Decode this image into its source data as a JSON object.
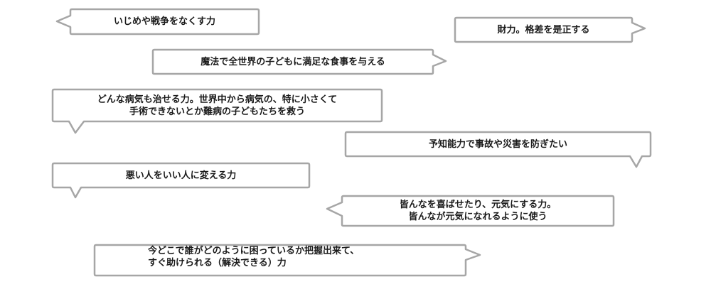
{
  "bubbles": [
    {
      "id": "b1",
      "lines": [
        "いじめや戦争をなくす力"
      ],
      "tail": "left"
    },
    {
      "id": "b2",
      "lines": [
        "財力。格差を是正する"
      ],
      "tail": "right"
    },
    {
      "id": "b3",
      "lines": [
        "魔法で全世界の子どもに満足な食事を与える"
      ],
      "tail": "right"
    },
    {
      "id": "b4",
      "lines": [
        "どんな病気も治せる力。世界中から病気の、特に小さくて",
        "手術できないとか難病の子どもたちを救う"
      ],
      "tail": "bottom-left"
    },
    {
      "id": "b5",
      "lines": [
        "予知能力で事故や災害を防ぎたい"
      ],
      "tail": "bottom-right"
    },
    {
      "id": "b6",
      "lines": [
        "悪い人をいい人に変える力"
      ],
      "tail": "bottom-left"
    },
    {
      "id": "b7",
      "lines": [
        "皆んなを喜ばせたり、元気にする力。",
        "皆んなが元気になれるように使う"
      ],
      "tail": "left"
    },
    {
      "id": "b8",
      "lines": [
        "今どこで誰がどのように困っているか把握出来て、",
        "すぐ助けられる（解決できる）力"
      ],
      "tail": "right"
    }
  ],
  "colors": {
    "border": "#a6a6a6",
    "fill": "#ffffff",
    "text": "#1a1a1a"
  }
}
